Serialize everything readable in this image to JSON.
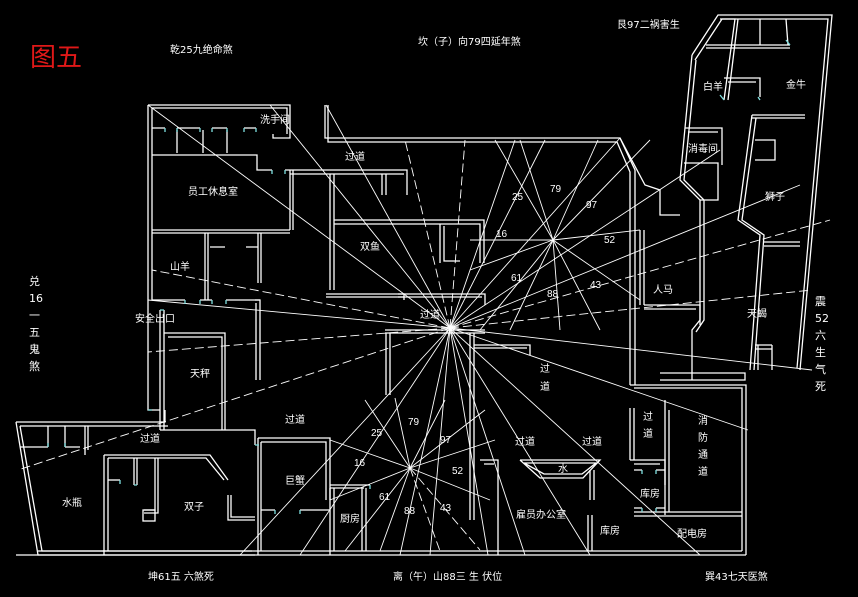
{
  "figure_title": "图五",
  "direction_labels": {
    "top_left": "乾25九绝命煞",
    "top_center": "坎（子）向79四延年煞",
    "top_right": "艮97二祸害生",
    "left_vertical": [
      "兑",
      "16",
      "一",
      "五",
      "鬼",
      "煞"
    ],
    "right_vertical": [
      "震",
      "52",
      "六",
      "生",
      "气",
      "死"
    ],
    "bottom_left": "坤61五 六煞死",
    "bottom_center": "离（午）山88三 生 伏位",
    "bottom_right": "巽43七天医煞"
  },
  "rooms": {
    "washroom": "洗手间",
    "staff_lounge": "员工休息室",
    "corridor_top": "过道",
    "goat": "山羊",
    "pisces": "双鱼",
    "safety_exit": "安全出口",
    "libra": "天秤",
    "corridor_center": "过道",
    "corridor_mid_right": [
      "过",
      "道"
    ],
    "corridor_left": "过道",
    "corridor_lower": "过道",
    "corridor_right_a": "过道",
    "corridor_right_b": "过道",
    "corridor_right_c": [
      "过",
      "道"
    ],
    "aquarius": "水瓶",
    "gemini": "双子",
    "cancer": "巨蟹",
    "kitchen": "厨房",
    "manager_office": "雇员办公室",
    "water": "水",
    "storage_a": "库房",
    "storage_b": "库房",
    "power_room": "配电房",
    "fire_lane": [
      "消",
      "防",
      "通",
      "道"
    ],
    "aries": "白羊",
    "taurus": "金牛",
    "disinfection": "消毒间",
    "leo": "狮子",
    "sagittarius": "人马",
    "scorpio": "天蝎"
  },
  "sector_numbers_upper": [
    "25",
    "79",
    "97",
    "16",
    "52",
    "61",
    "88",
    "43"
  ],
  "sector_numbers_lower": [
    "25",
    "79",
    "97",
    "16",
    "52",
    "61",
    "88",
    "43"
  ]
}
